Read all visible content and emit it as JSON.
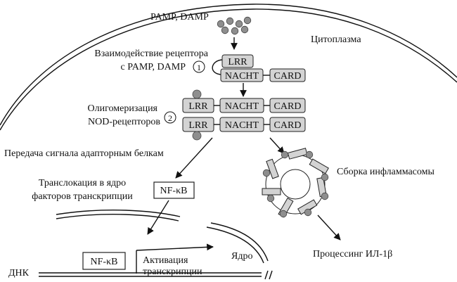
{
  "labels": {
    "pamp_damp": "PAMP, DAMP",
    "cytoplasm": "Цитоплазма",
    "interaction_line1": "Взаимодействие рецептора",
    "interaction_line2": "с PAMP, DAMP",
    "step1": "1",
    "oligomer_line1": "Олигомеризация",
    "oligomer_line2": "NOD-рецепторов",
    "step2": "2",
    "signal_transfer": "Передача сигнала адапторным белкам",
    "translocation_line1": "Транслокация в ядро",
    "translocation_line2": "факторов транскрипции",
    "nfkb": "NF-κB",
    "inflammasome": "Сборка инфламмасомы",
    "activation_line1": "Активация",
    "activation_line2": "транскрипции",
    "nucleus": "Ядро",
    "dna": "ДНК",
    "il1b": "Процессинг ИЛ-1β"
  },
  "domains": {
    "lrr": "LRR",
    "nacht": "NACHT",
    "card": "CARD"
  },
  "colors": {
    "domain_fill": "#d3d3d3",
    "ligand_fill": "#8e8e8e",
    "line": "#111111"
  }
}
